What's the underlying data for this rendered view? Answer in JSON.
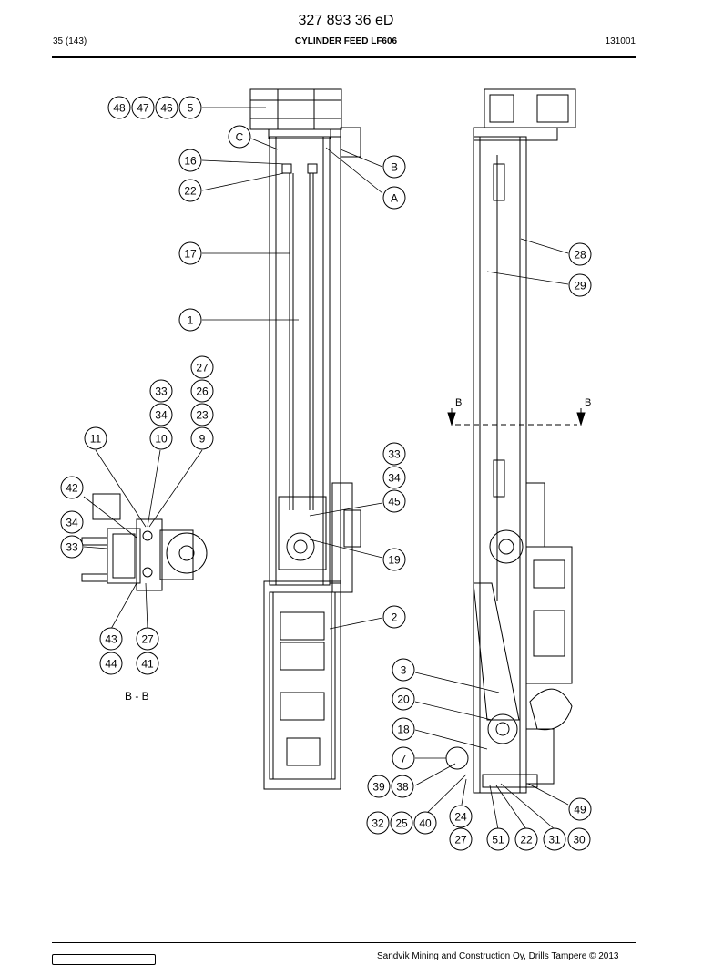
{
  "header": {
    "doc_number": "327 893 36 eD",
    "page": "35 (143)",
    "title": "CYLINDER FEED LF606",
    "code": "131001"
  },
  "drawing": {
    "section_letters": [
      "C",
      "B",
      "A"
    ],
    "section_arrow_labels": [
      "B",
      "B"
    ],
    "section_label": "B - B",
    "balloons": [
      "48",
      "47",
      "46",
      "5",
      "16",
      "22",
      "17",
      "1",
      "27",
      "33",
      "26",
      "34",
      "23",
      "11",
      "10",
      "9",
      "42",
      "34",
      "33",
      "43",
      "27",
      "44",
      "41",
      "33",
      "34",
      "45",
      "19",
      "2",
      "28",
      "29",
      "3",
      "20",
      "18",
      "7",
      "39",
      "38",
      "24",
      "27",
      "32",
      "25",
      "40",
      "51",
      "22",
      "31",
      "30",
      "49"
    ]
  },
  "footer": {
    "text": "Sandvik Mining and Construction Oy, Drills Tampere © 2013"
  }
}
